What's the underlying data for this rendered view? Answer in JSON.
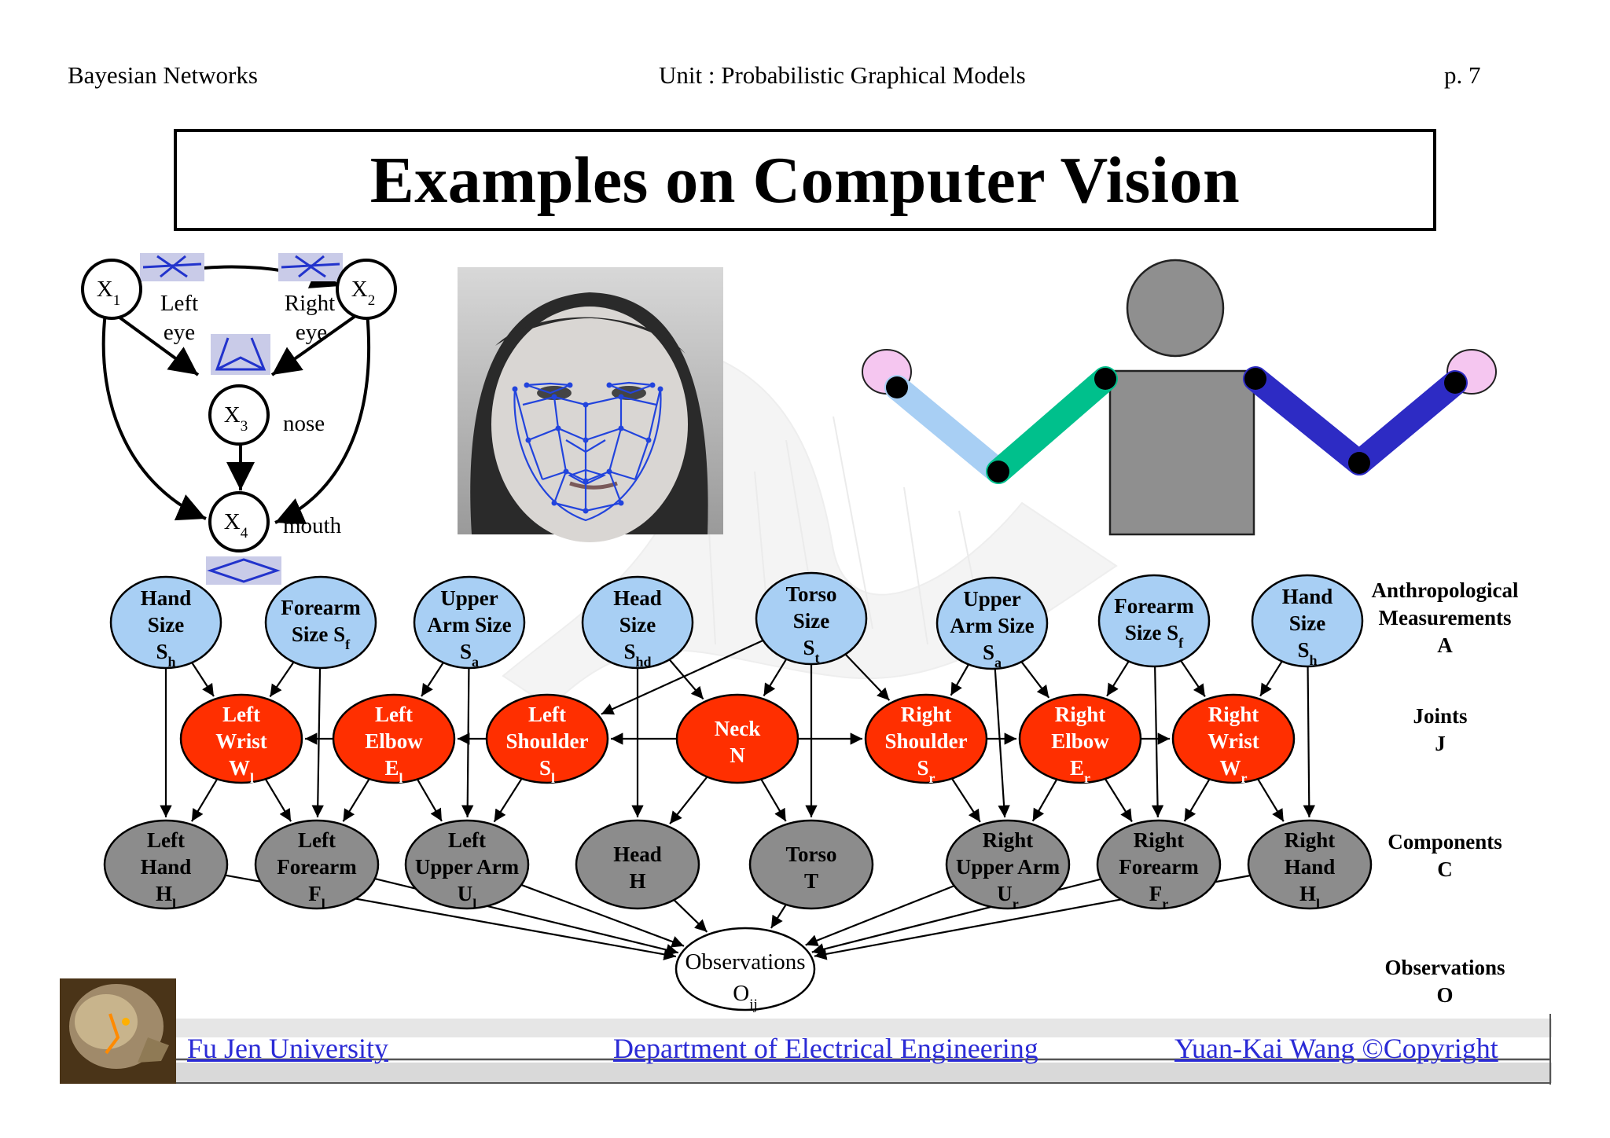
{
  "header": {
    "left": "Bayesian Networks",
    "center": "Unit : Probabilistic Graphical Models",
    "page": "p.  7"
  },
  "title": "Examples on Computer Vision",
  "face_bn": {
    "nodes": [
      {
        "id": "X1",
        "base": "X",
        "sub": "1",
        "label": "Left eye"
      },
      {
        "id": "X2",
        "base": "X",
        "sub": "2",
        "label": "Right eye"
      },
      {
        "id": "X3",
        "base": "X",
        "sub": "3",
        "label": "nose"
      },
      {
        "id": "X4",
        "base": "X",
        "sub": "4",
        "label": "mouth"
      }
    ],
    "labels": {
      "left_eye_1": "Left",
      "left_eye_2": "eye",
      "right_eye_1": "Right",
      "right_eye_2": "eye",
      "nose": "nose",
      "mouth": "mouth"
    }
  },
  "body_model": {
    "layers": [
      {
        "name": "Anthropological Measurements",
        "line1": "Anthropological",
        "line2": "Measurements",
        "symbol": "A"
      },
      {
        "name": "Joints",
        "line1": "Joints",
        "symbol": "J"
      },
      {
        "name": "Components",
        "line1": "Components",
        "symbol": "C"
      },
      {
        "name": "Observations",
        "line1": "Observations",
        "symbol": "O"
      }
    ],
    "measurement_nodes": [
      {
        "l1": "Hand",
        "l2": "Size",
        "sym": "S",
        "sub": "h"
      },
      {
        "l1": "Forearm",
        "l2": "Size S",
        "sym": "",
        "sub": "f"
      },
      {
        "l1": "Upper",
        "l2": "Arm Size",
        "sym": "S",
        "sub": "a"
      },
      {
        "l1": "Head",
        "l2": "Size",
        "sym": "S",
        "sub": "hd"
      },
      {
        "l1": "Torso",
        "l2": "Size",
        "sym": "S",
        "sub": "t"
      },
      {
        "l1": "Upper",
        "l2": "Arm Size",
        "sym": "S",
        "sub": "a"
      },
      {
        "l1": "Forearm",
        "l2": "Size S",
        "sym": "",
        "sub": "f"
      },
      {
        "l1": "Hand",
        "l2": "Size",
        "sym": "S",
        "sub": "h"
      }
    ],
    "joint_nodes": [
      {
        "l1": "Left",
        "l2": "Wrist",
        "sym": "W",
        "sub": "l"
      },
      {
        "l1": "Left",
        "l2": "Elbow",
        "sym": "E",
        "sub": "l"
      },
      {
        "l1": "Left",
        "l2": "Shoulder",
        "sym": "S",
        "sub": "l"
      },
      {
        "l1": "Neck",
        "l2": "N",
        "sym": "",
        "sub": ""
      },
      {
        "l1": "Right",
        "l2": "Shoulder",
        "sym": "S",
        "sub": "r"
      },
      {
        "l1": "Right",
        "l2": "Elbow",
        "sym": "E",
        "sub": "r"
      },
      {
        "l1": "Right",
        "l2": "Wrist",
        "sym": "W",
        "sub": "r"
      }
    ],
    "component_nodes": [
      {
        "l1": "Left",
        "l2": "Hand",
        "sym": "H",
        "sub": "l"
      },
      {
        "l1": "Left",
        "l2": "Forearm",
        "sym": "F",
        "sub": "l"
      },
      {
        "l1": "Left",
        "l2": "Upper Arm",
        "sym": "U",
        "sub": "l"
      },
      {
        "l1": "Head",
        "l2": "H",
        "sym": "",
        "sub": ""
      },
      {
        "l1": "Torso",
        "l2": "T",
        "sym": "",
        "sub": ""
      },
      {
        "l1": "Right",
        "l2": "Upper Arm",
        "sym": "U",
        "sub": "r"
      },
      {
        "l1": "Right",
        "l2": "Forearm",
        "sym": "F",
        "sub": "r"
      },
      {
        "l1": "Right",
        "l2": "Hand",
        "sym": "H",
        "sub": "l"
      }
    ],
    "observation_node": {
      "l1": "Observations",
      "sym": "O",
      "sub": "ij"
    }
  },
  "colors": {
    "measurement": "#a8cff4",
    "joint": "#ff2f00",
    "component": "#8c8c8c",
    "observation": "#ffffff",
    "link": "#2b2bd6"
  },
  "footer": {
    "university": "Fu Jen University",
    "department": "Department of Electrical Engineering",
    "copyright": "Yuan-Kai Wang ©Copyright"
  }
}
